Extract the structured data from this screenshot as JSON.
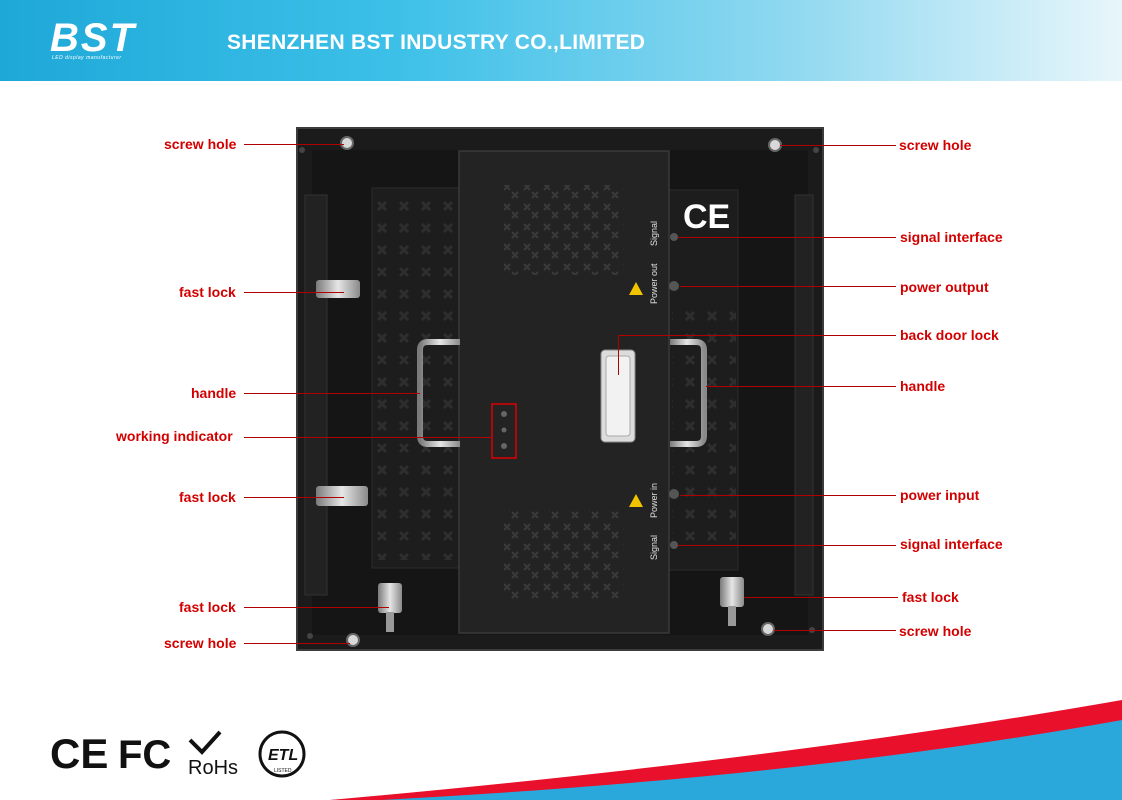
{
  "header": {
    "logo": "BST",
    "logo_tagline": "LED display manufacturer",
    "company_name": "SHENZHEN BST INDUSTRY CO.,LIMITED"
  },
  "panel_markings": {
    "ce_mark": "CE",
    "signal_top": "Signal",
    "power_out": "Power  out",
    "power_in": "Power  in",
    "signal_bottom": "Signal"
  },
  "labels_left": {
    "screw_hole_top": "screw hole",
    "fast_lock_1": "fast lock",
    "handle": "handle",
    "working_indicator": "working indicator",
    "fast_lock_2": "fast lock",
    "fast_lock_3": "fast lock",
    "screw_hole_bottom": "screw hole"
  },
  "labels_right": {
    "screw_hole_top": "screw hole",
    "signal_interface_1": "signal interface",
    "power_output": "power output",
    "back_door_lock": "back door lock",
    "handle": "handle",
    "power_input": "power input",
    "signal_interface_2": "signal interface",
    "fast_lock": "fast lock",
    "screw_hole_bottom": "screw hole"
  },
  "certifications": {
    "ce": "CE",
    "fcc": "FC",
    "rohs": "RoHs",
    "etl": "ETL",
    "etl_sub": "LISTED"
  },
  "colors": {
    "header_blue": "#1ea8d8",
    "label_red": "#d30000",
    "panel_black": "#1b1b1b",
    "swoosh_red": "#e8102a",
    "swoosh_blue": "#2aa8dc"
  }
}
